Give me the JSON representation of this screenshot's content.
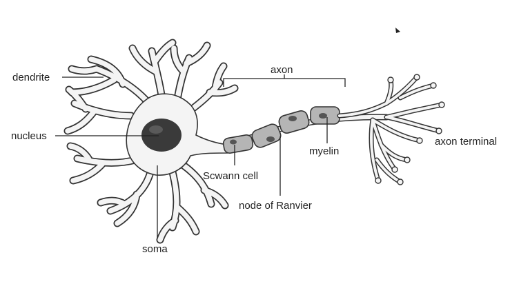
{
  "labels": {
    "dendrite": "dendrite",
    "nucleus": "nucleus",
    "soma": "soma",
    "axon": "axon",
    "schwann_cell": "Scwann cell",
    "node_of_ranvier": "node of Ranvier",
    "myelin": "myelin",
    "axon_terminal": "axon terminal"
  },
  "colors": {
    "outline": "#333333",
    "cell_body": "#f4f4f4",
    "nucleus": "#3a3a3a",
    "myelin_sheath": "#b5b5b5",
    "schwann_nucleus": "#555555"
  }
}
